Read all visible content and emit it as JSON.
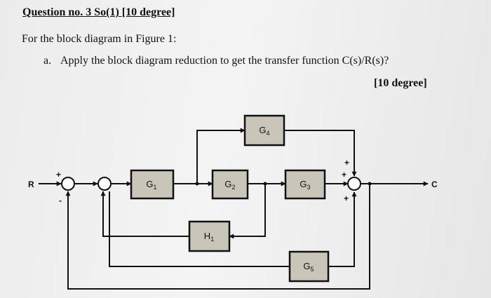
{
  "question": {
    "title": "Question no. 3 So(1) [10 degree]",
    "intro": "For the block diagram in Figure 1:",
    "part_a_letter": "a.",
    "part_a_text": "Apply the block diagram reduction to get the transfer function C(s)/R(s)?",
    "marks": "[10 degree]"
  },
  "diagram": {
    "input_label": "R",
    "output_label": "C",
    "blocks": [
      {
        "name": "G",
        "sub": "1"
      },
      {
        "name": "G",
        "sub": "2"
      },
      {
        "name": "G",
        "sub": "3"
      },
      {
        "name": "G",
        "sub": "4"
      },
      {
        "name": "G",
        "sub": "5"
      },
      {
        "name": "H",
        "sub": "1"
      }
    ],
    "signs": {
      "sum1_input": "+",
      "sum1_feedback": "-",
      "sum3_top": "+",
      "sum3_left": "+",
      "sum3_bottom": "+"
    },
    "colors": {
      "block_fill": "#c9c5b9",
      "line": "#111111"
    }
  }
}
